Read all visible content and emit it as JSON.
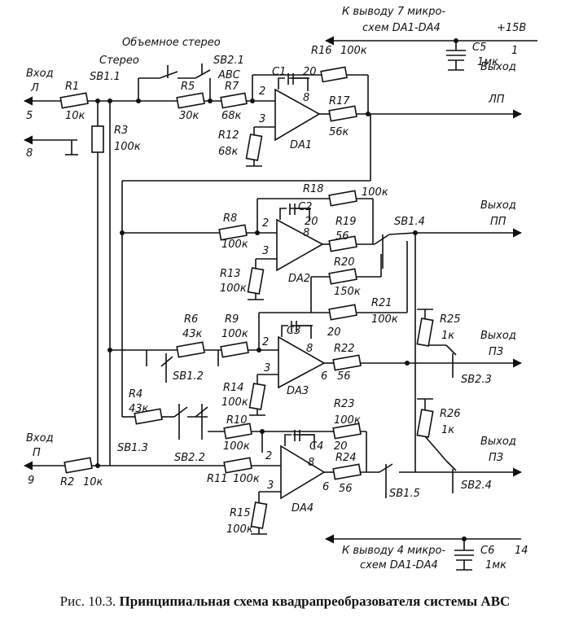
{
  "caption": {
    "number": "Рис. 10.3.",
    "text": "Принципиальная схема квадрапреобразователя системы АВС"
  },
  "labels": {
    "supply_top_1": "К выводу 7 микро-",
    "supply_top_2": "схем DA1-DA4",
    "plus15": "+15В",
    "pin1": "1",
    "c5": "C5",
    "c5v": "1мк",
    "supply_bot_1": "К выводу 4 микро-",
    "supply_bot_2": "схем DA1-DA4",
    "pin14": "14",
    "c6": "C6",
    "c6v": "1мк",
    "vol_stereo": "Объемное стерео",
    "stereo": "Стерео",
    "sb11": "SB1.1",
    "sb21": "SB2.1",
    "abc": "АВС",
    "in_l_1": "Вход",
    "in_l_2": "Л",
    "pin5": "5",
    "pin8": "8",
    "in_r_1": "Вход",
    "in_r_2": "П",
    "pin9": "9",
    "r1": "R1",
    "r1v": "10к",
    "r2": "R2",
    "r2v": "10к",
    "r3": "R3",
    "r3v": "100к",
    "r4": "R4",
    "r4v": "43к",
    "r5": "R5",
    "r5v": "30к",
    "r6": "R6",
    "r6v": "43к",
    "r7": "R7",
    "r7v": "68к",
    "r8": "R8",
    "r8v": "100к",
    "r9": "R9",
    "r9v": "100к",
    "r10": "R10",
    "r10v": "100к",
    "r11": "R11",
    "r11v": "100к",
    "r12": "R12",
    "r12v": "68к",
    "r13": "R13",
    "r13v": "100к",
    "r14": "R14",
    "r14v": "100к",
    "r15": "R15",
    "r15v": "100к",
    "r16": "R16",
    "r16v": "100к",
    "r17": "R17",
    "r17v": "56к",
    "r18": "R18",
    "r18v": "100к",
    "r19": "R19",
    "r19v": "56",
    "r20": "R20",
    "r20v": "150к",
    "r21": "R21",
    "r21v": "100к",
    "r22": "R22",
    "r22v": "56",
    "r23": "R23",
    "r23v": "100к",
    "r24": "R24",
    "r24v": "56",
    "r25": "R25",
    "r25v": "1к",
    "r26": "R26",
    "r26v": "1к",
    "c1": "C1",
    "c2": "C2",
    "c3": "C3",
    "c4": "C4",
    "n20": "20",
    "n8": "8",
    "n2": "2",
    "n3": "3",
    "n6": "6",
    "da1": "DA1",
    "da2": "DA2",
    "da3": "DA3",
    "da4": "DA4",
    "sb12": "SB1.2",
    "sb13": "SB1.3",
    "sb14": "SB1.4",
    "sb15": "SB1.5",
    "sb22": "SB2.2",
    "sb23": "SB2.3",
    "sb24": "SB2.4",
    "out_lp_1": "Выход",
    "out_lp_2": "ЛП",
    "out_pp_1": "Выход",
    "out_pp_2": "ПП",
    "out_lz_1": "Выход",
    "out_lz_2": "ПЗ",
    "out_pz_1": "Выход",
    "out_pz_2": "ПЗ"
  }
}
